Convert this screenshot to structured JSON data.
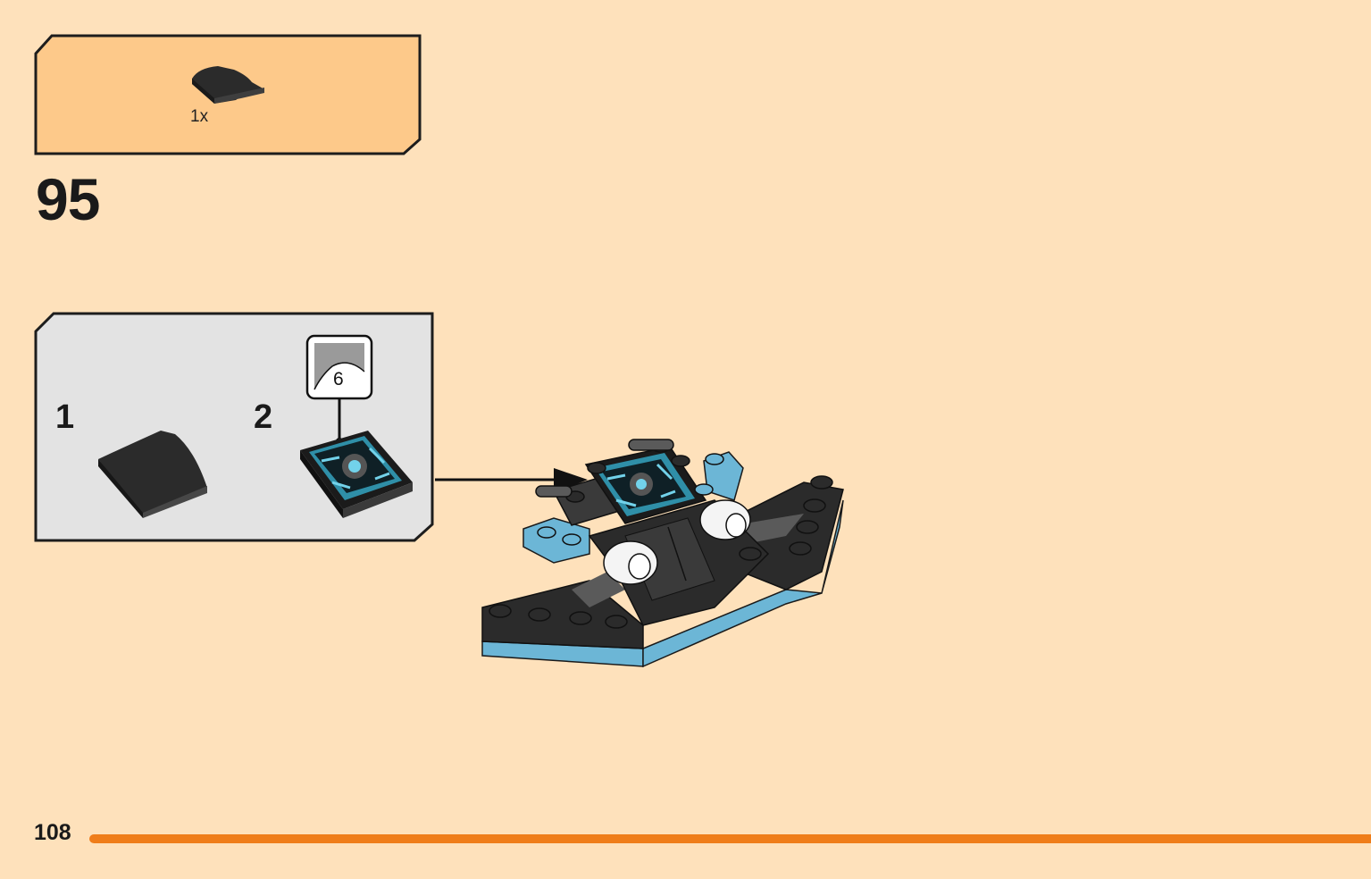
{
  "parts_callout": {
    "quantity": "1x",
    "part_icon": "curved-slope-2x2-dark-grey"
  },
  "step": {
    "number": "95"
  },
  "sub_steps": [
    {
      "number": "1"
    },
    {
      "number": "2"
    }
  ],
  "sticker": {
    "number": "6",
    "icon": "sticker-page-icon"
  },
  "page": {
    "number": "108"
  },
  "colors": {
    "background": "#fee1bb",
    "parts_box": "#fdc98a",
    "sub_box": "#e3e3e3",
    "accent_bar": "#ef7d1a",
    "dark_bluish_grey": "#2b2b2b",
    "medium_azure": "#6cb6d6"
  }
}
